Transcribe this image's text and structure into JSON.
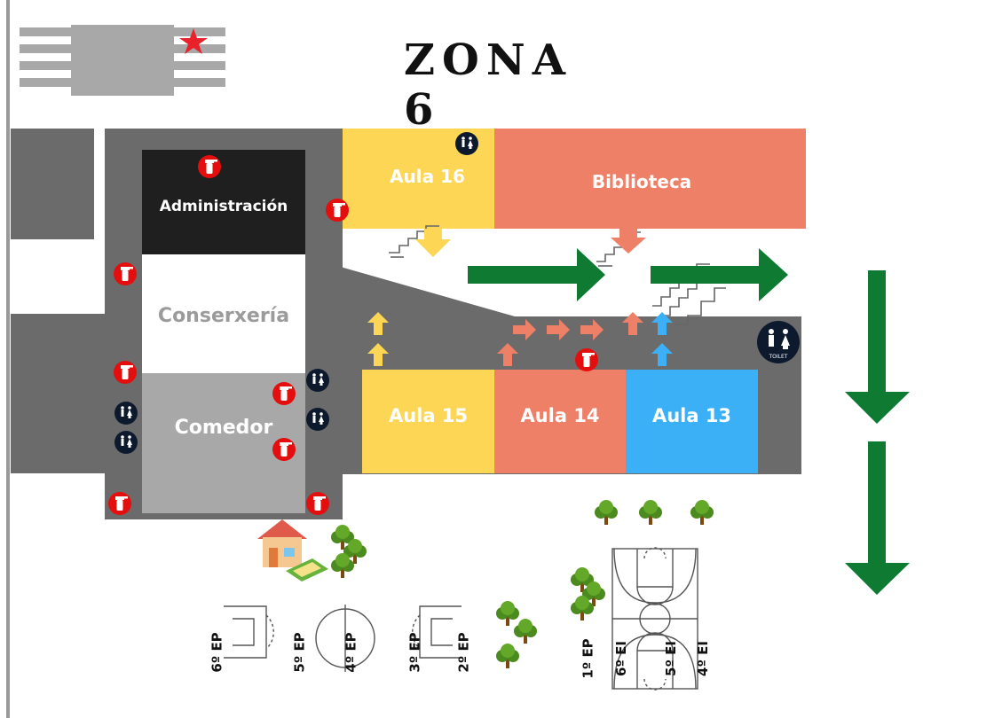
{
  "title": "ZONA 6",
  "rooms": {
    "administracion": "Administración",
    "conserjeria": "Conserxería",
    "comedor": "Comedor",
    "aula16": "Aula 16",
    "biblioteca": "Biblioteca",
    "aula15": "Aula 15",
    "aula14": "Aula 14",
    "aula13": "Aula 13"
  },
  "toilet_label": "TOILET",
  "pitches": [
    "6º EP",
    "5º EP",
    "4º EP",
    "3º EP",
    "2º EP",
    "1º EP",
    "6º EI",
    "5º EI",
    "4º EI"
  ],
  "colors": {
    "corridor": "#6b6b6b",
    "dark_room": "#1f1f1f",
    "comedor": "#a8a8a8",
    "yellow_room": "#fcd654",
    "salmon_room": "#ee8068",
    "blue_room": "#3bb0f7",
    "green_arrow": "#0f7a32",
    "exit_red": "#e50e0e",
    "navy_icon": "#0d1a2e",
    "star": "#e8212a"
  },
  "icons": [
    "flag-icon",
    "fire-extinguisher-icon",
    "toilet-icon",
    "stairs-icon",
    "arrow-icon",
    "tree-icon",
    "house-icon",
    "sandbox-icon"
  ]
}
